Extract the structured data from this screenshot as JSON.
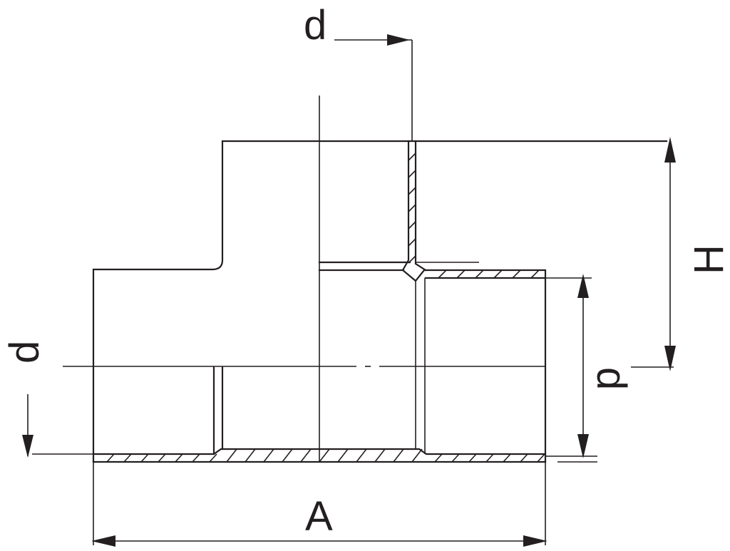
{
  "labels": {
    "top_d": "d",
    "left_d": "d",
    "right_d": "d",
    "height": "H",
    "length": "A"
  },
  "colors": {
    "line": "#231f20",
    "background": "#ffffff"
  }
}
